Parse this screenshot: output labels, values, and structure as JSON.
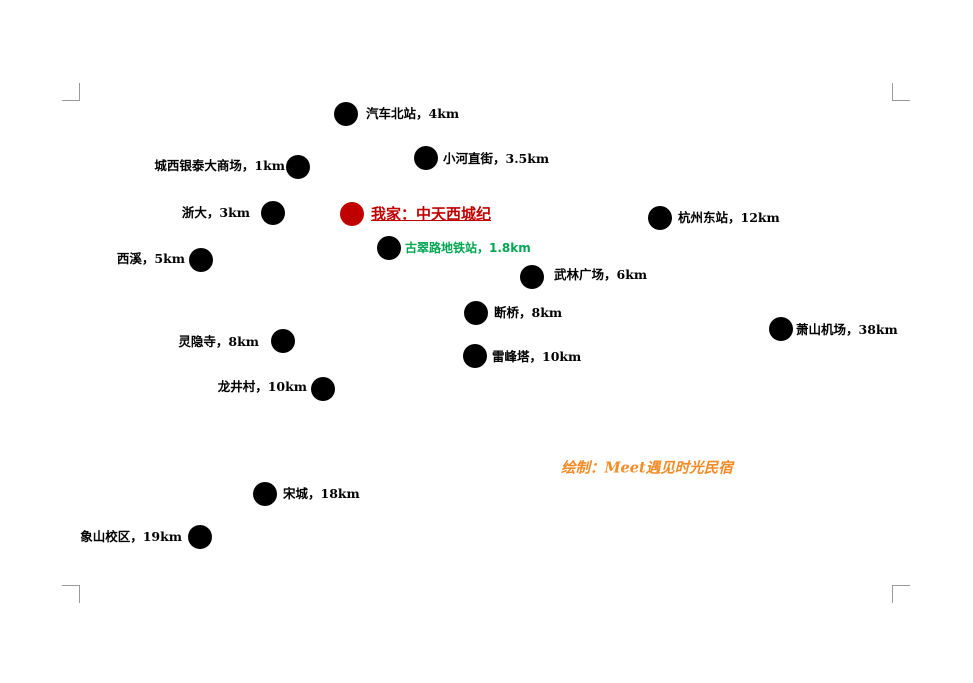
{
  "home": {
    "label": "我家：中天西城纪",
    "color": "#c00000"
  },
  "metro": {
    "label": "古翠路地铁站，1.8km",
    "color": "#00a651"
  },
  "places": [
    {
      "label": "汽车北站，4km"
    },
    {
      "label": "小河直街，3.5km"
    },
    {
      "label": "城西银泰大商场，1km"
    },
    {
      "label": "浙大，3km"
    },
    {
      "label": "杭州东站，12km"
    },
    {
      "label": "西溪，5km"
    },
    {
      "label": "武林广场，6km"
    },
    {
      "label": "断桥，8km"
    },
    {
      "label": "萧山机场，38km"
    },
    {
      "label": "灵隐寺，8km"
    },
    {
      "label": "雷峰塔，10km"
    },
    {
      "label": "龙井村，10km"
    },
    {
      "label": "宋城，18km"
    },
    {
      "label": "象山校区，19km"
    }
  ],
  "credit": {
    "text": "绘制：Meet遇见时光民宿",
    "color": "#f28c28"
  },
  "colors": {
    "dot": "#000000",
    "corner_marks": "#9a9a9a"
  }
}
